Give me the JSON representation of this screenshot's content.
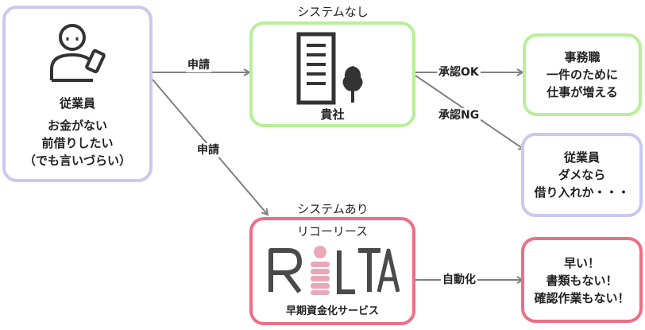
{
  "employee": {
    "title": "従業員",
    "lines": [
      "お金がない",
      "前借りしたい",
      "（でも言いづらい）"
    ]
  },
  "no_system": {
    "caption": "システムなし",
    "company_label": "貴社"
  },
  "with_system": {
    "caption": "システムあり",
    "service_title": "リコーリース",
    "logo_text": "RILTA",
    "logo_sub": "早期資金化サービス"
  },
  "outcomes": {
    "approved": [
      "事務職",
      "一件のために",
      "仕事が増える"
    ],
    "rejected": [
      "従業員",
      "ダメなら",
      "借り入れか・・・"
    ],
    "automated": [
      "早い！",
      "書類もない！",
      "確認作業もない！"
    ]
  },
  "edges": {
    "apply_top": "申請",
    "apply_diag": "申請",
    "approve_ok": "承認OK",
    "approve_ng": "承認NG",
    "automation": "自動化"
  },
  "colors": {
    "purple": "#c8c8f2",
    "green": "#b8ef98",
    "pink": "#ee6e86",
    "logo": "#4a4a4a",
    "coin": "#e9a8b8",
    "arrow": "#808080"
  }
}
